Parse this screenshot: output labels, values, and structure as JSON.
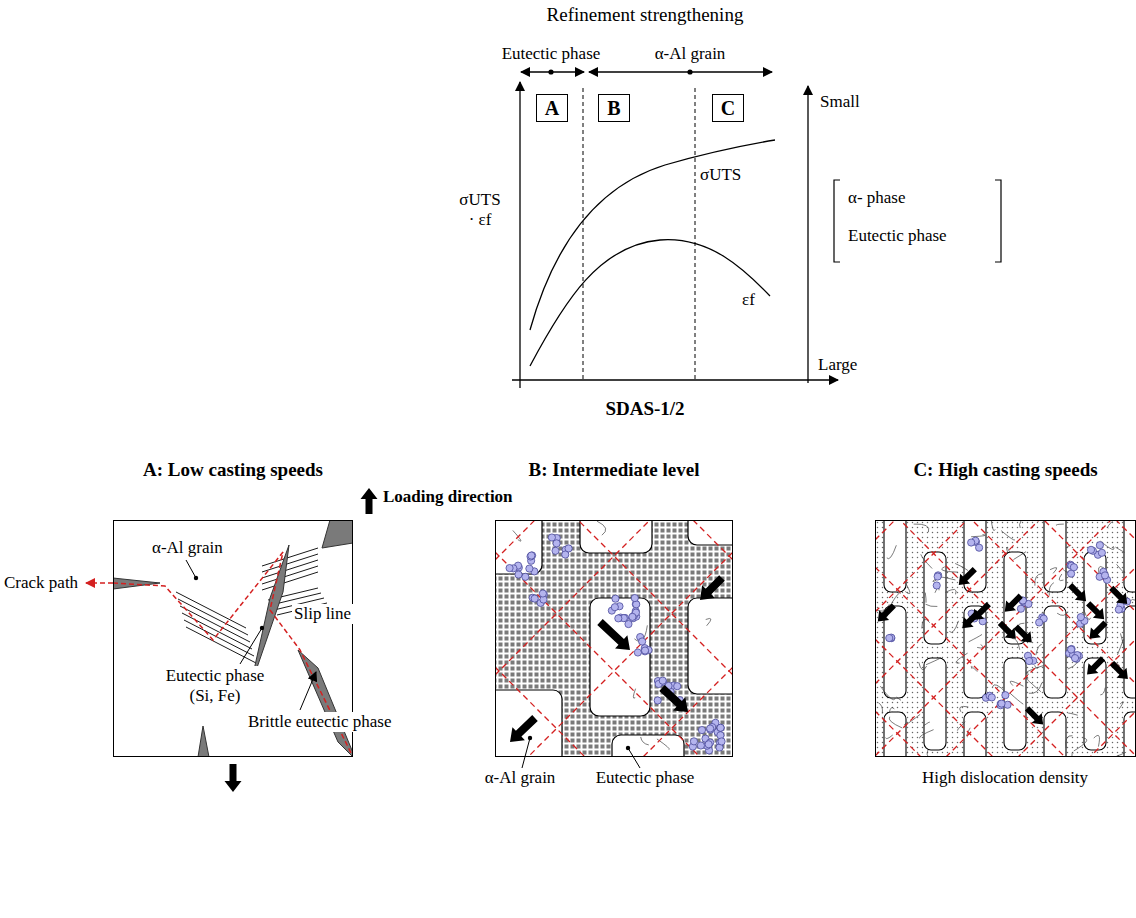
{
  "diagram": {
    "nodes": [
      {
        "text": [
          "A"
        ]
      },
      {
        "text": [
          "B"
        ]
      },
      {
        "text": [
          "C"
        ]
      },
      {
        "text": [
          "A: Low casting speeds"
        ]
      },
      {
        "text": [
          "B: Intermediate level"
        ]
      },
      {
        "text": [
          "C: High casting speeds"
        ]
      }
    ],
    "labels": [
      "Refinement strengthening",
      "Eutectic phase",
      "α-Al grain",
      "Small",
      "σUTS · εf",
      "σUTS",
      "εf",
      "α- phase",
      "Eutectic phase",
      "Large",
      "SDAS-1/2",
      "Loading direction",
      "α-Al grain",
      "Crack path",
      "Slip line",
      "Eutectic phase (Si, Fe)",
      "Brittle eutectic phase",
      "α-Al grain",
      "Eutectic phase",
      "High dislocation density"
    ]
  }
}
